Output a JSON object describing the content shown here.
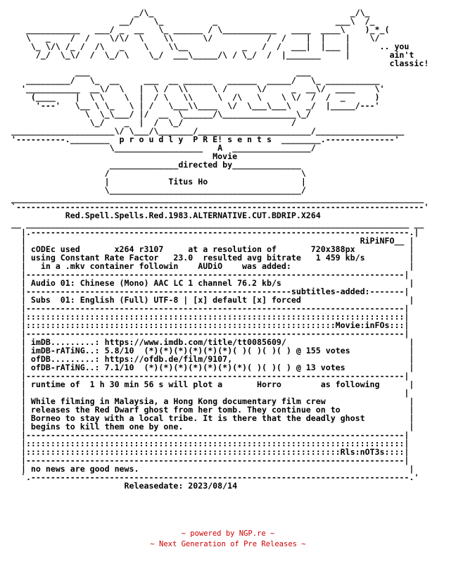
{
  "nfo_text": "                         _/\\_                                        _/\\_\n                      __/    \\_          _                        ___\\  /_\n   ___________   ___/ _  __   \\_ ______ / \\___________   ____  ____\\    )_*_(\n   \\   _    /  /    \\/\\/  \\    \\\\      \\/           /  /    |  |    |    \\/\n    \\_ \\/\\ /_ /  /\\   _    \\    \\\\__           _   /  /  ___|  |___ |      .. you\n     /_/  \\_\\/  /  \\_/ \\    \\_/  ___\\_____/\\ / \\_/  /  |_______     |        ain't\n                                                                             classic!\n             ___                                          ___\n   _________/   \\_  __     ___  __ ______   ______  _____/   \\_ ___________\n  '___________  __\\/  \\   |  \\ /  \\\\     \\ /      \\/     _  __\\/  ____    \\'\n    (____    |  \\ \\    \\  |  / \\   \\\\     \\  /\\   \\    \\ \\/  /  /  _      )\n     '---'   \\__ \\ \\_   \\ | /   \\___\\\\____  \\/  \\___\\___\\   _/  |_____/---'\n               \\  \\_\\___/ |/  __  \\______/\\_______________\\_/\n                \\_/    _  |  /  \\_/                      /\n_____________________\\/ \\___/\\_______/_______________________/__________________\n'----------.________  p r o u d l y  P R E! s e n t s  ________.--------------'\n                    \\__________________   A  ________________/\n                                         Movie\n                    ______________directed by______________\n                   /                                       \\\n                   |            Titus Ho                   |\n                   \\_______________________________________/\n____________________________________________________________________________________\n`-----------------------------------------------------------------------------------'\n           Red.Spell.Spells.Red.1983.ALTERNATIVE.CUT.BDRIP.X264\n__ ______________________________________________________________________________ __\n  |.-----------------------------------------------------------------------------.|\n  |                                                                    RiPiNFO__ |\n  | cODEc used       x264 r3107     at a resolution of       720x388px           |\n  | using Constant Rate Factor   23.0  resulted avg bitrate   1 459 kb/s         |\n  |   in a .mkv container followin    AUDiO    was added:                        |\n  |-----------------------------------------------------------------------------|\n  | Audio 01: Chinese (Mono) AAC LC 1 channel 76.2 kb/s                          |\n  |------------------------------------------------------subtitles-added:-------|\n  | Subs  01: English (Full) UTF-8 | [x] default [x] forced                      |\n  |-----------------------------------------------------------------------------|\n  |:::::::::::::::::::::::::::::::::::::::::::::::::::::::::::::::::::::::::::::|\n  |:::::::::::::::::::::::::::::::::::::::::::::::::::::::::::::::Movie:inFOs:::|\n  |-----------------------------------------------------------------------------|\n  | imDB.........: https://www.imdb.com/title/tt0085609/                         |\n  | imDB-rATiNG..: 5.8/10  (*)(*)(*)(*)(*)(*)( )( )( )( ) @ 155 votes            |\n  | ofDB.........: https://ofdb.de/film/9107,                                    |\n  | ofDB-rATiNG..: 7.1/10  (*)(*)(*)(*)(*)(*)(*)( )( )( ) @ 13 votes             |\n  |-----------------------------------------------------------------------------|\n  | runtime of  1 h 30 min 56 s will plot a       Horro        as following      |\n  |                                                                             |\n  | While filming in Malaysia, a Hong Kong documentary film crew                 |\n  | releases the Red Dwarf ghost from her tomb. They continue on to              |\n  | Borneo to stay with a local tribe. It is there that the deadly ghost         |\n  | begins to kill them one by one.                                              |\n  |-----------------------------------------------------------------------------|\n  |:::::::::::::::::::::::::::::::::::::::::::::::::::::::::::::::::::::::::::::|\n  |::::::::::::::::::::::::::::::::::::::::::::::::::::::::::::::::Rls:nOT3s::::|\n  |-----------------------------------------------------------------------------|\n  | no news are good news.                                                       |\n  `.-----------------------------------------------------------------------------.'\n                       Releasedate: 2023/08/14",
  "footer": {
    "line1": "~ powered by NGP.re ~",
    "line2": "~ Next Generation of Pre Releases ~"
  }
}
